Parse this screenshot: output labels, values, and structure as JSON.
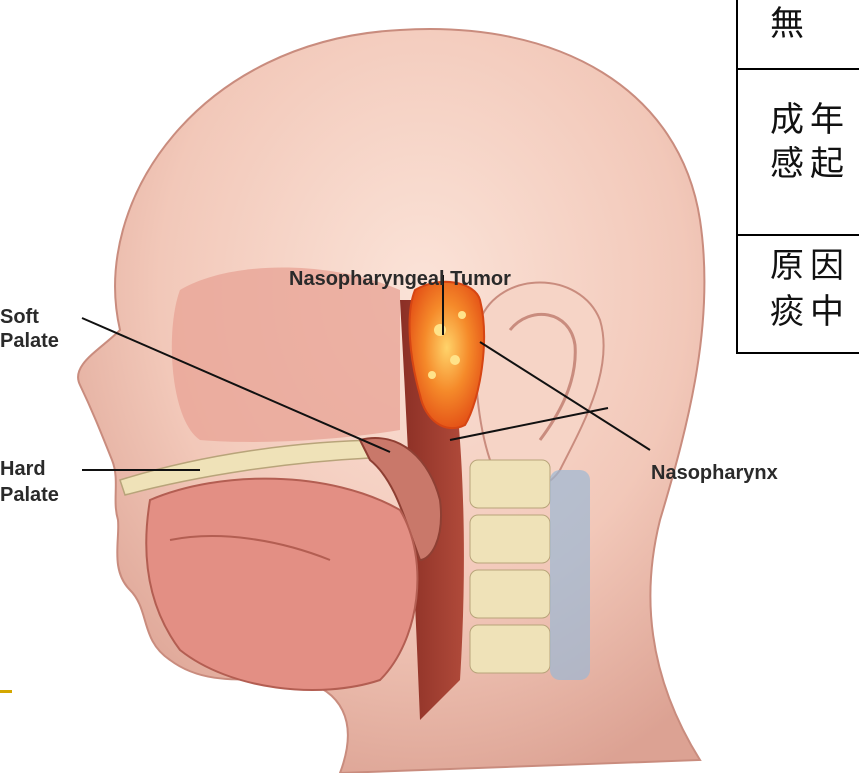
{
  "labels": {
    "tumor": "Nasopharyngeal Tumor",
    "soft_palate_1": "Soft",
    "soft_palate_2": "Palate",
    "hard_palate_1": "Hard",
    "hard_palate_2": "Palate",
    "nasopharynx": "Nasopharynx"
  },
  "side_table": {
    "row1": "無",
    "row2_line1": "成年",
    "row2_line2": "感起",
    "row3_line1": "原因",
    "row3_line2": "痰中"
  },
  "colors": {
    "skin": "#f3cdc0",
    "skin_shadow": "#d99a8c",
    "tumor": "#f06a20",
    "bone": "#efe2b8",
    "airway": "#7a2a22",
    "accent": "#d4a700"
  }
}
